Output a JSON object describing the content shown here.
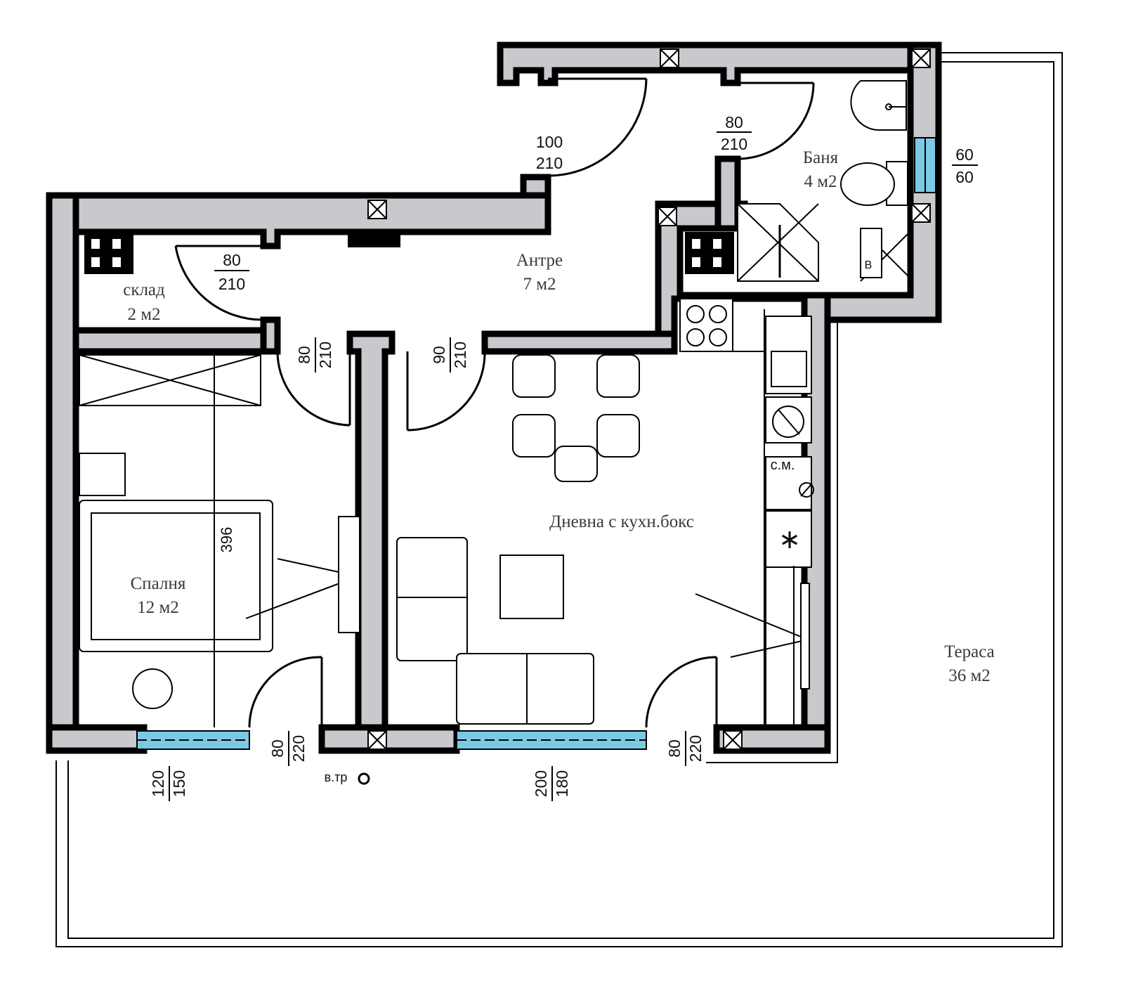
{
  "rooms": {
    "storage": {
      "name": "склад",
      "area": "2 м2"
    },
    "hall": {
      "name": "Антре",
      "area": "7 м2"
    },
    "bathroom": {
      "name": "Баня",
      "area": "4 м2"
    },
    "bedroom": {
      "name": "Спалня",
      "area": "12 м2"
    },
    "living": {
      "name": "Дневна с кухн.бокс"
    },
    "terrace": {
      "name": "Тераса",
      "area": "36 м2"
    }
  },
  "openings": {
    "entrance_door": {
      "width": "100",
      "height": "210"
    },
    "bathroom_door": {
      "width": "80",
      "height": "210"
    },
    "bathroom_window": {
      "width": "60",
      "height": "60"
    },
    "storage_door": {
      "width": "80",
      "height": "210"
    },
    "bedroom_door": {
      "width": "80",
      "height": "210"
    },
    "living_door": {
      "width": "90",
      "height": "210"
    },
    "bedroom_balcony_door": {
      "width": "80",
      "height": "220"
    },
    "bedroom_window": {
      "width": "120",
      "height": "150"
    },
    "living_window": {
      "width": "200",
      "height": "180"
    },
    "living_balcony_door": {
      "width": "80",
      "height": "220"
    }
  },
  "labels": {
    "bed_length": "396",
    "washing_machine": "с.м.",
    "drain_pipe": "в.тр",
    "boiler": "B"
  },
  "colors": {
    "wall_fill": "#c8c8cd",
    "glazing": "#7cc9e6"
  }
}
